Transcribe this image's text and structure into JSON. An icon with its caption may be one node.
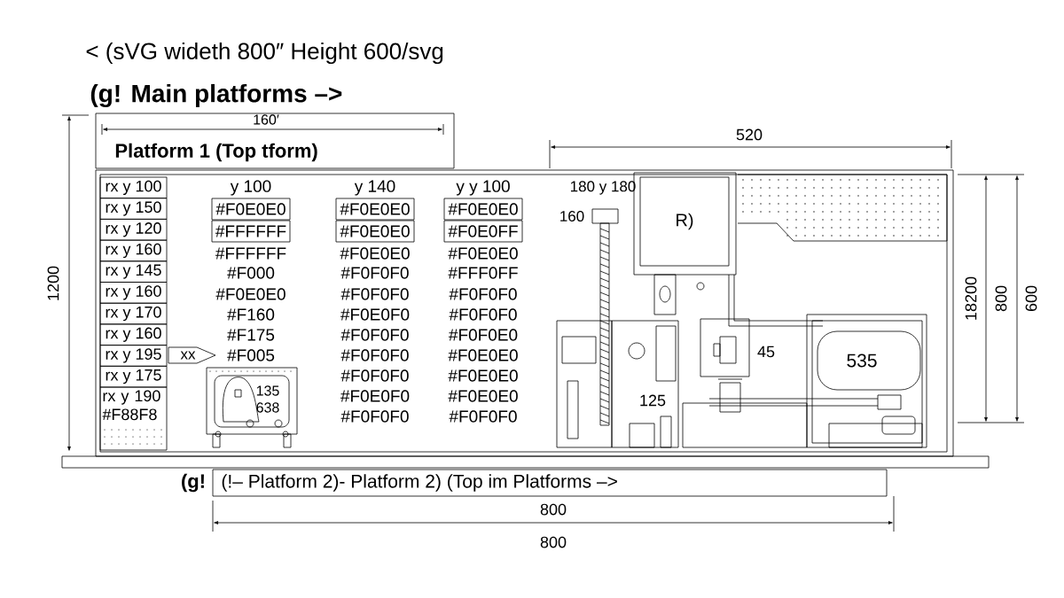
{
  "diagram": {
    "nodes": [
      {
        "text": [
          "Platform 1 (Top tform)"
        ]
      },
      {
        "text": [
          "rx y 100"
        ]
      },
      {
        "text": [
          "rx y 150"
        ]
      },
      {
        "text": [
          "rx y 120"
        ]
      },
      {
        "text": [
          "rx y 160"
        ]
      },
      {
        "text": [
          "rx y 145"
        ]
      },
      {
        "text": [
          "rx y 160"
        ]
      },
      {
        "text": [
          "rx y 170"
        ]
      },
      {
        "text": [
          "rx y 160"
        ]
      },
      {
        "text": [
          "rx y 195"
        ]
      },
      {
        "text": [
          "rx y 175"
        ]
      },
      {
        "text": [
          "rx y 190 #F88F8"
        ]
      },
      {
        "text": [
          "#F0E0E0"
        ]
      },
      {
        "text": [
          "#FFFFFF"
        ]
      },
      {
        "text": [
          "#F0E0E0"
        ]
      },
      {
        "text": [
          "#F0E0E0"
        ]
      },
      {
        "text": [
          "#F0E0E0"
        ]
      },
      {
        "text": [
          "#F0E0FF"
        ]
      },
      {
        "text": [
          "xx"
        ]
      },
      {
        "text": [
          "R)"
        ]
      },
      {
        "text": [
          "(!– Platform 2)- Platform 2) (Top im Platforms –>"
        ]
      }
    ],
    "labels": [
      "< (sVG wideth 800″ Height 600/svg",
      "(g! Main platforms –>",
      "160′",
      "520",
      "1200",
      "y 100",
      "y 140",
      "y y 100",
      "180 y 180",
      "160",
      "#FFFFFF",
      "#F000",
      "#F0E0E0",
      "#F160",
      "#F175",
      "#F005",
      "#F0E0E0",
      "#F0F0F0",
      "#F0F0F0",
      "#F0E0F0",
      "#F0F0F0",
      "#F0F0F0",
      "#F0F0F0",
      "#F0E0F0",
      "#F0F0F0",
      "#F0E0E0",
      "#FFF0FF",
      "#F0F0F0",
      "#F0F0F0",
      "#F0F0E0",
      "#F0E0E0",
      "#F0E0E0",
      "#F0E0E0",
      "#F0F0F0",
      "135",
      "638",
      "45",
      "125",
      "535",
      "18200",
      "800",
      "600",
      "(g!",
      "800",
      "800"
    ]
  }
}
